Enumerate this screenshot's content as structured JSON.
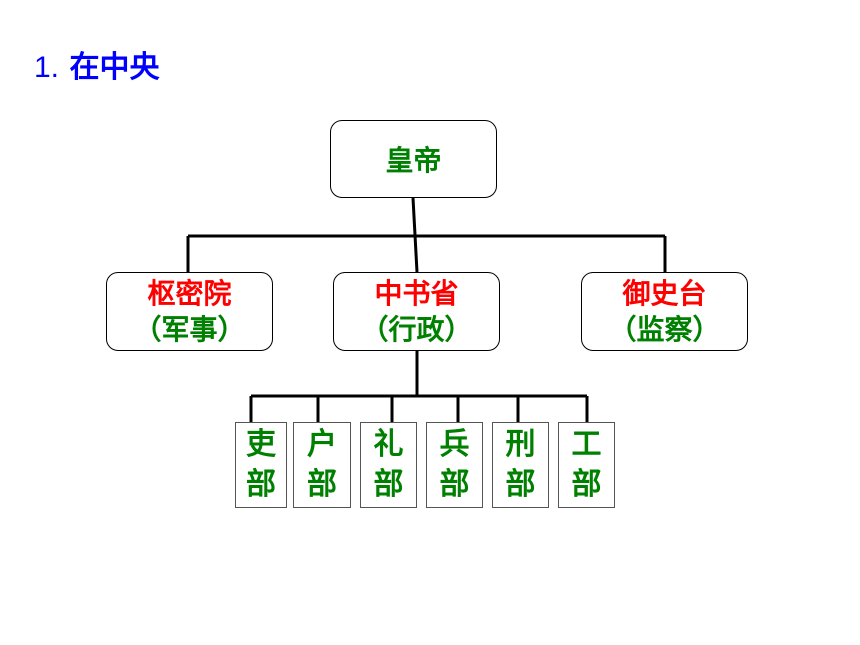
{
  "heading": {
    "number": "1.",
    "text": "在中央"
  },
  "root": {
    "label": "皇帝",
    "color": "#008000"
  },
  "offices": [
    {
      "name": "枢密院",
      "role": "（军事）"
    },
    {
      "name": "中书省",
      "role": "（行政）"
    },
    {
      "name": "御史台",
      "role": "（监察）"
    }
  ],
  "ministries": [
    {
      "line1": "吏",
      "line2": "部"
    },
    {
      "line1": "户",
      "line2": "部"
    },
    {
      "line1": "礼",
      "line2": "部"
    },
    {
      "line1": "兵",
      "line2": "部"
    },
    {
      "line1": "刑",
      "line2": "部"
    },
    {
      "line1": "工",
      "line2": "部"
    }
  ],
  "colors": {
    "heading": "#0000ff",
    "office_name": "#ff0000",
    "label": "#008000",
    "line": "#000000"
  }
}
